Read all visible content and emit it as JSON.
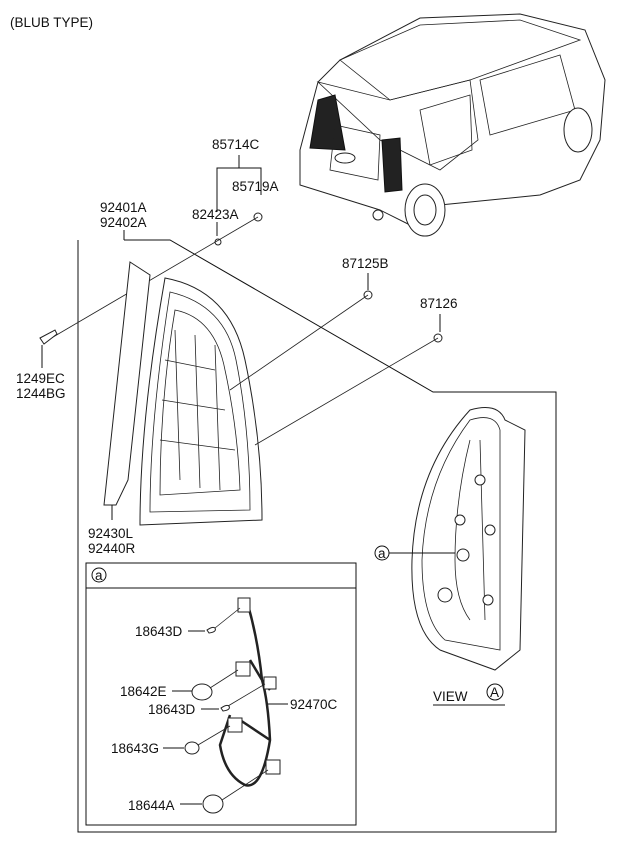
{
  "title": "(BLUB TYPE)",
  "labels": {
    "p85714C": "85714C",
    "p85719A": "85719A",
    "p82423A": "82423A",
    "p92401A": "92401A",
    "p92402A": "92402A",
    "p87125B": "87125B",
    "p87126": "87126",
    "p1249EC": "1249EC",
    "p1244BG": "1244BG",
    "p92430L": "92430L",
    "p92440R": "92440R",
    "ref_a": "a",
    "detail_a": "a"
  },
  "detail": {
    "p18643D_1": "18643D",
    "p18642E": "18642E",
    "p18643D_2": "18643D",
    "p92470C": "92470C",
    "p18643G": "18643G",
    "p18644A": "18644A"
  },
  "view": {
    "label": "VIEW",
    "letter": "A"
  }
}
